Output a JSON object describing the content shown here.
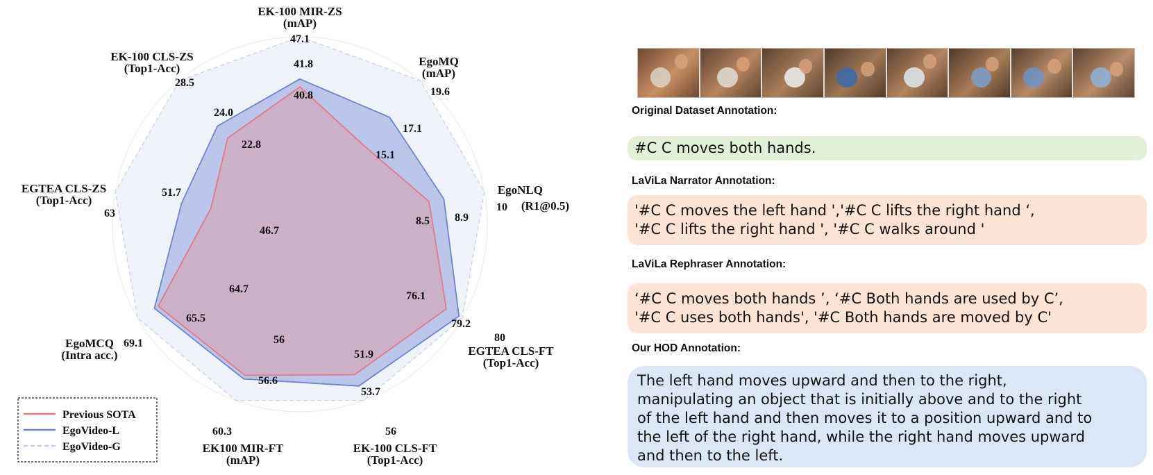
{
  "chart_data": {
    "type": "radar",
    "axes": [
      {
        "label": [
          "EK-100 MIR-ZS",
          "(mAP)"
        ],
        "max": 47.1,
        "max_label": "47.1",
        "values": [
          40.8,
          41.8,
          47.1
        ],
        "value_labels": [
          "40.8",
          "41.8",
          ""
        ]
      },
      {
        "label": [
          "EgoMQ",
          "(mAP)"
        ],
        "max": 19.6,
        "max_label": "19.6",
        "values": [
          15.1,
          17.1,
          19.6
        ],
        "value_labels": [
          "15.1",
          "17.1",
          ""
        ]
      },
      {
        "label": [
          "EgoNLQ",
          "(R1@0.5)"
        ],
        "max": 10,
        "max_label": "10",
        "values": [
          8.5,
          8.9,
          10
        ],
        "value_labels": [
          "8.5",
          "8.9",
          ""
        ]
      },
      {
        "label": [
          "EGTEA CLS-FT",
          "(Top1-Acc)"
        ],
        "max": 80,
        "max_label": "80",
        "values": [
          76.1,
          79.2,
          80
        ],
        "value_labels": [
          "76.1",
          "79.2",
          ""
        ]
      },
      {
        "label": [
          "EK-100 CLS-FT",
          "(Top1-Acc)"
        ],
        "max": 56,
        "max_label": "56",
        "values": [
          51.9,
          53.7,
          56
        ],
        "value_labels": [
          "51.9",
          "53.7",
          ""
        ]
      },
      {
        "label": [
          "EK100 MIR-FT",
          "(mAP)"
        ],
        "max": 60.3,
        "max_label": "60.3",
        "values": [
          56,
          56.6,
          60.3
        ],
        "value_labels": [
          "56",
          "56.6",
          ""
        ]
      },
      {
        "label": [
          "EgoMCQ",
          "(Intra acc.)"
        ],
        "max": 69.1,
        "max_label": "69.1",
        "values": [
          64.7,
          65.5,
          69.1
        ],
        "value_labels": [
          "64.7",
          "65.5",
          ""
        ]
      },
      {
        "label": [
          "EGTEA CLS-ZS",
          "(Top1-Acc)"
        ],
        "max": 63,
        "max_label": "63",
        "values": [
          46.7,
          51.7,
          63
        ],
        "value_labels": [
          "46.7",
          "51.7",
          ""
        ]
      },
      {
        "label": [
          "EK-100 CLS-ZS",
          "(Top1-Acc)"
        ],
        "max": 28.5,
        "max_label": "28.5",
        "values": [
          22.8,
          24.0,
          28.5
        ],
        "value_labels": [
          "22.8",
          "24.0",
          ""
        ]
      }
    ],
    "series": [
      {
        "name": "Previous SOTA",
        "color": "#e07b86",
        "fill": "#d9a0ac"
      },
      {
        "name": "EgoVideo-L",
        "color": "#6f86cc",
        "fill": "#a9b6e4"
      },
      {
        "name": "EgoVideo-G",
        "color": "#c5cfe8",
        "fill": "#eef1f9",
        "dashed": true
      }
    ],
    "legend": "bottom-left",
    "grid": true
  },
  "annotations": {
    "original_title": "Original Dataset Annotation:",
    "original_lines": [
      "#C C moves both hands."
    ],
    "narrator_title": "LaViLa Narrator Annotation:",
    "narrator_lines": [
      "'#C C moves the left hand ','#C C lifts the right hand ‘,",
      "'#C C lifts the right hand ', '#C C walks around '"
    ],
    "rephraser_title": "LaViLa Rephraser Annotation:",
    "rephraser_lines": [
      "‘#C C moves both hands ’, ‘#C Both hands are used by C’,",
      "'#C C uses both hands', '#C Both hands are moved by C'"
    ],
    "hod_title": "Our HOD Annotation:",
    "hod_lines": [
      "The left hand moves upward and then to the right,",
      "manipulating an object that is initially above and to the right",
      "of the left hand and then moves it to a position upward and to",
      "the left of the right hand, while the right hand moves upward",
      "and then to the left."
    ]
  }
}
